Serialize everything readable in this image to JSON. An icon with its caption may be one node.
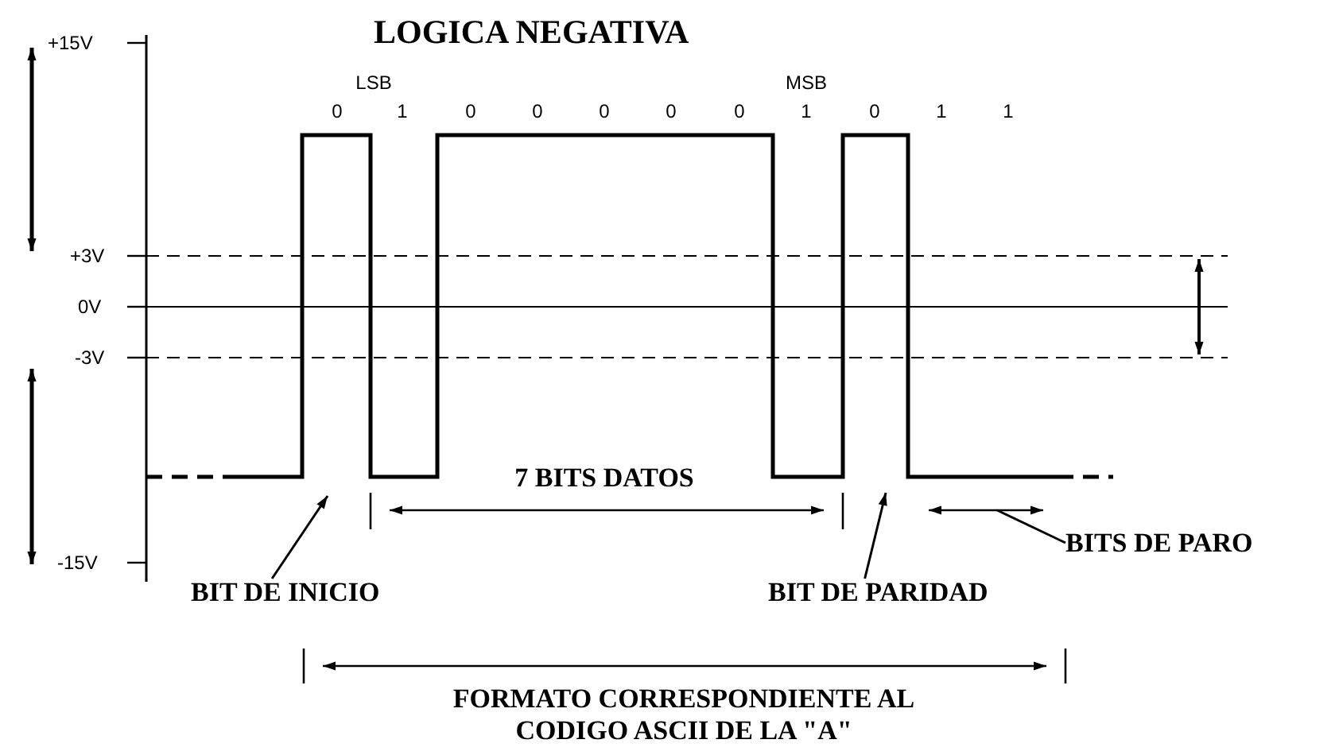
{
  "diagram": {
    "title": "LOGICA NEGATIVA",
    "nodes": [
      {
        "text": [
          "BIT DE INICIO"
        ]
      },
      {
        "text": [
          "BIT DE PARIDAD"
        ]
      },
      {
        "text": [
          "BITS DE PARO"
        ]
      }
    ],
    "edges": [
      {
        "from": 0,
        "to": null,
        "arrow": "to"
      },
      {
        "from": 1,
        "to": null,
        "arrow": "to"
      },
      {
        "from": 2,
        "to": null,
        "arrow": "none"
      }
    ],
    "labels": [
      "+15V",
      "+3V",
      "0V",
      "-3V",
      "-15V",
      "LSB",
      "MSB",
      "0",
      "1",
      "0",
      "0",
      "0",
      "0",
      "0",
      "1",
      "0",
      "1",
      "1",
      "7 BITS DATOS",
      "FORMATO CORRESPONDIENTE AL CODIGO ASCII DE LA \"A\""
    ]
  }
}
